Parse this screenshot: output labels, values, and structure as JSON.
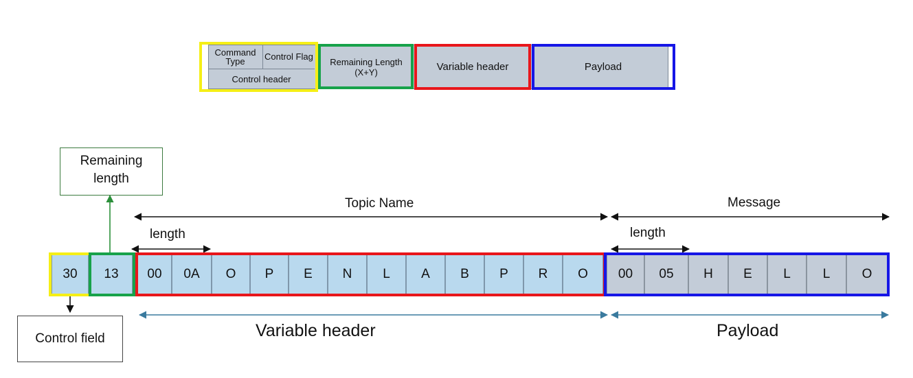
{
  "top_diagram": {
    "command_type": "Command Type",
    "control_flag": "Control Flag",
    "control_header": "Control header",
    "remaining_length": "Remaining Length (X+Y)",
    "variable_header": "Variable header",
    "payload": "Payload"
  },
  "packet": {
    "control_byte": "30",
    "remaining_length_byte": "13",
    "topic_bytes": [
      "00",
      "0A",
      "O",
      "P",
      "E",
      "N",
      "L",
      "A",
      "B",
      "P",
      "R",
      "O"
    ],
    "message_bytes": [
      "00",
      "05",
      "H",
      "E",
      "L",
      "L",
      "O"
    ]
  },
  "annotations": {
    "remaining_length_callout": "Remaining length",
    "control_field_callout": "Control field",
    "topic_name": "Topic Name",
    "message": "Message",
    "topic_length": "length",
    "message_length": "length",
    "variable_header": "Variable header",
    "payload": "Payload"
  },
  "colors": {
    "control": "#f5ef16",
    "remaining_length": "#17a24a",
    "variable_header": "#e8161b",
    "payload": "#1616e6",
    "callout_border_green": "#3b7a3e",
    "bottom_arrow": "#3a7a9e"
  }
}
